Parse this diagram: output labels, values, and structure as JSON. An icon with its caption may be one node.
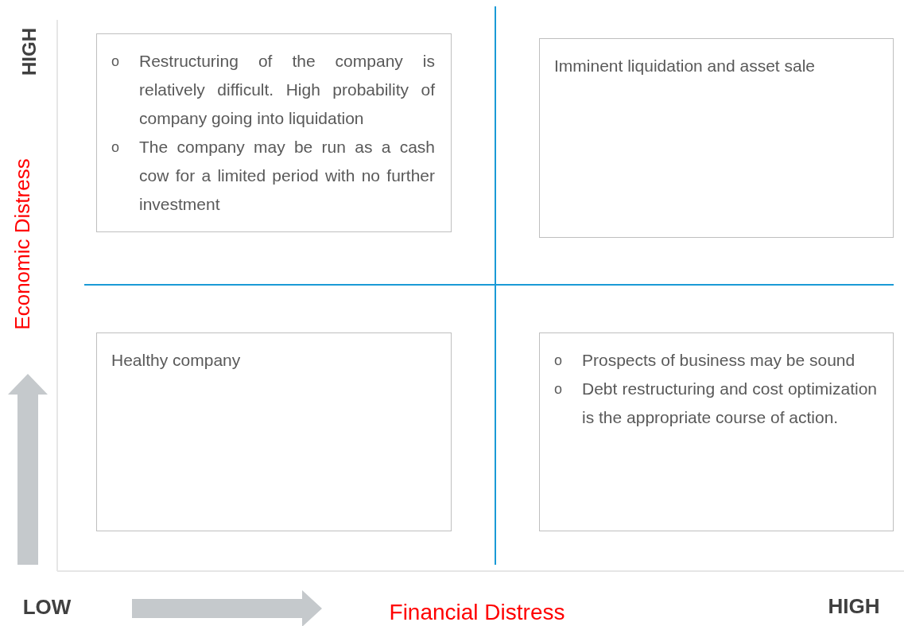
{
  "diagram": {
    "nodes": [
      {
        "text": [
          "o",
          "Restructuring of the company is relatively difficult. High probability of company going into liquidation",
          "o",
          "The company may be run as a cash cow for a limited period with no further investment"
        ]
      },
      {
        "text": [
          "Imminent liquidation and asset sale"
        ]
      },
      {
        "text": [
          "Healthy company"
        ]
      },
      {
        "text": [
          "o",
          "Prospects of business may be sound",
          "o",
          "Debt restructuring and cost optimization is the appropriate course of action."
        ]
      }
    ],
    "labels": [
      "HIGH",
      "Economic Distress",
      "LOW",
      "Financial Distress",
      "HIGH"
    ]
  }
}
